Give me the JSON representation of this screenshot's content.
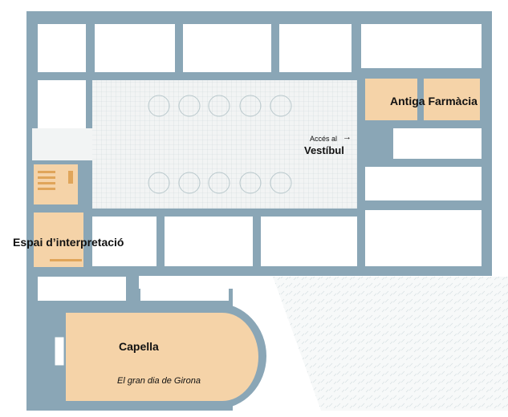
{
  "colors": {
    "wall": "#8aa6b6",
    "room": "#f5d3a8",
    "courtyard": "#eef1f1",
    "furniture": "#e0a55a"
  },
  "labels": {
    "antiga_farmacia": "Antiga Farmàcia",
    "acces_al": "Accés al",
    "vestibul": "Vestíbul",
    "arrow": "→",
    "espai": "Espai d’interpretació",
    "capella": "Capella",
    "capella_sub": "El gran dia de Girona"
  }
}
